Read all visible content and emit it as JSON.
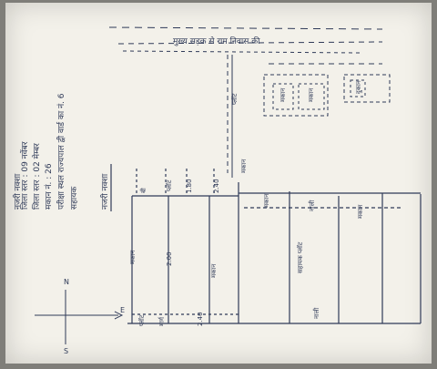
{
  "colors": {
    "paper": "#f3f1ea",
    "ink": "#2f3a58",
    "surround": "#7f7e79"
  },
  "notes": {
    "heading": "नजरी नक्शा",
    "line_1": "जिला स्तर : 09 नवेंबर",
    "line_2": "जिला स्तर : 02 मेम्बर",
    "line_3": "मकान नं. : 26",
    "line_4": "परीक्षा स्थल राज्यपाल द्वी वार्ड का नं. 6",
    "line_5": "सहायक"
  },
  "top_band_label": "मुख्य सड़क से राम निवास की",
  "plot_labels": {
    "plot_a": "प्लॉट",
    "box_1": "मकान",
    "box_2": "मकान",
    "box_3": "दुकान",
    "top_a": "बी",
    "top_b": "प्लॉट",
    "top_c": "1.80",
    "top_d": "2.40",
    "top_e": "मकान",
    "side_label": "मकान",
    "lower_1": "2.00",
    "lower_2": "मकान",
    "mid_label": "सहायक प्लॉट",
    "row_1": "मकान",
    "row_2": "नाली",
    "row_3": "मकान",
    "row_4": "नाली",
    "left_1": "प्लॉट",
    "left_2": "मार्ग",
    "num_1": "2.40"
  },
  "compass": {
    "north": "N",
    "east": "E",
    "south": "S"
  }
}
